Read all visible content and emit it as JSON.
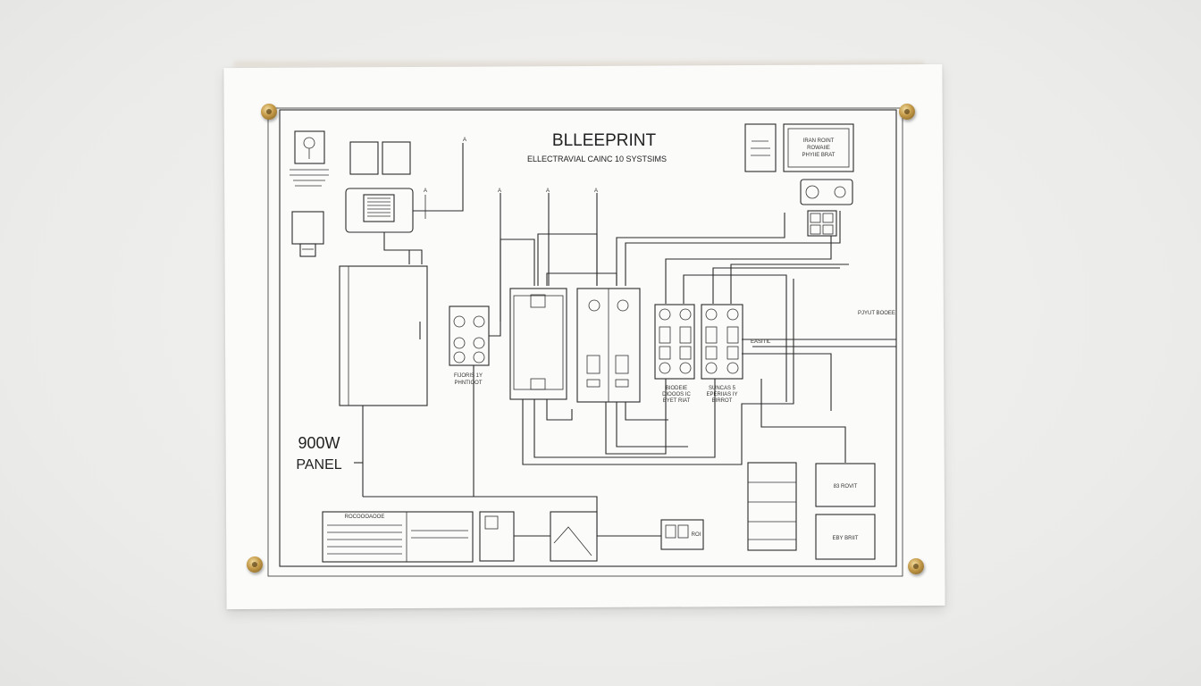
{
  "title": "BLLEEPRINT",
  "subtitle": "ELLECTRAVIAL CAINC 10 SYSTSIMS",
  "panel_label_line1": "900W",
  "panel_label_line2": "PANEL",
  "top_right_note_lines": [
    "IRAN ROINT",
    "ROWAIIE",
    "PHYIIE BRAT"
  ],
  "breaker_label_left": [
    "FIJORIS 1Y",
    "PHNTIOOT"
  ],
  "breaker_label_mid": [
    "BIODEIE",
    "DIOOOS IC",
    "BYET RIAT"
  ],
  "breaker_label_right": [
    "SUNCAS 5",
    "EPERIIAS IY",
    "BIRROT"
  ],
  "right_note": "PJYUT BOOEE",
  "right_note_2": "EASITIL",
  "feeder_labels": [
    "A",
    "A",
    "A",
    "A",
    "A"
  ],
  "box_right_1": "83 ROVIT",
  "box_right_2": "EBY BRIIT",
  "switch_label": "ROI",
  "legend_title": "ROCOOOAOOE"
}
